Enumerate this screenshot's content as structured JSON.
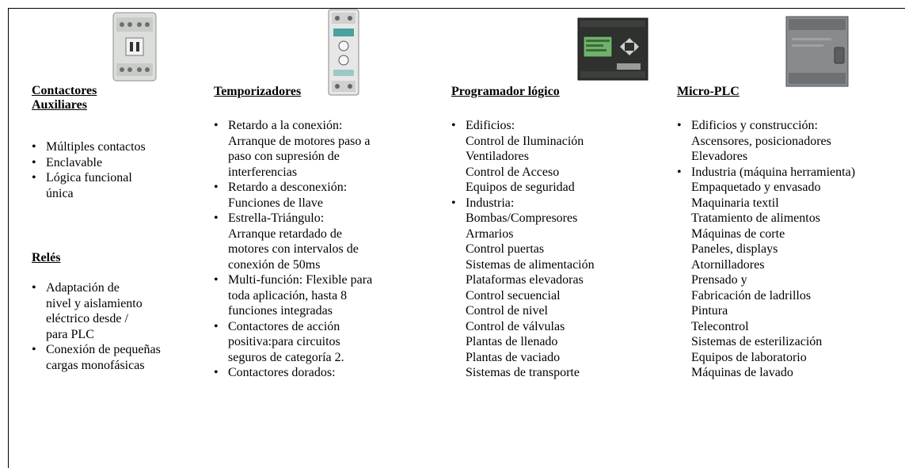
{
  "columns": [
    {
      "heading": "Contactores Auxiliares",
      "heading_line1": "Contactores",
      "heading_line2": "Auxiliares",
      "image_icon": "contactor-icon",
      "items": [
        {
          "type": "bullet",
          "text": "Múltiples contactos"
        },
        {
          "type": "bullet",
          "text": "Enclavable"
        },
        {
          "type": "bullet",
          "text": "Lógica funcional"
        },
        {
          "type": "cont",
          "text": "única"
        }
      ],
      "heading2": "Relés",
      "items2": [
        {
          "type": "bullet",
          "text": "Adaptación de"
        },
        {
          "type": "cont",
          "text": "nivel y aislamiento"
        },
        {
          "type": "cont",
          "text": "eléctrico desde /"
        },
        {
          "type": "cont",
          "text": "para PLC"
        },
        {
          "type": "bullet",
          "text": "Conexión de pequeñas"
        },
        {
          "type": "cont",
          "text": "cargas monofásicas"
        }
      ]
    },
    {
      "heading": "Temporizadores",
      "image_icon": "timer-relay-icon",
      "items": [
        {
          "type": "bullet",
          "text": "Retardo a la conexión:"
        },
        {
          "type": "cont",
          "text": "Arranque de motores paso a"
        },
        {
          "type": "cont",
          "text": "paso  con supresión de"
        },
        {
          "type": "cont",
          "text": "interferencias"
        },
        {
          "type": "bullet",
          "text": "Retardo a desconexión:"
        },
        {
          "type": "cont",
          "text": "Funciones de llave"
        },
        {
          "type": "bullet",
          "text": "Estrella-Triángulo:"
        },
        {
          "type": "cont",
          "text": "Arranque retardado de"
        },
        {
          "type": "cont",
          "text": "motores con intervalos de"
        },
        {
          "type": "cont",
          "text": "conexión de 50ms"
        },
        {
          "type": "bullet",
          "text": "Multi-función: Flexible para"
        },
        {
          "type": "cont",
          "text": "toda aplicación, hasta 8"
        },
        {
          "type": "cont",
          "text": "funciones integradas"
        },
        {
          "type": "bullet",
          "text": "Contactores de acción"
        },
        {
          "type": "cont",
          "text": "positiva:para circuitos"
        },
        {
          "type": "cont",
          "text": "seguros de categoría 2."
        },
        {
          "type": "bullet",
          "text": "Contactores dorados:"
        }
      ]
    },
    {
      "heading": "Programador lógico",
      "image_icon": "logic-module-icon",
      "items": [
        {
          "type": "bullet",
          "text": "Edificios:"
        },
        {
          "type": "cont",
          "text": "Control de Iluminación"
        },
        {
          "type": "cont",
          "text": "Ventiladores"
        },
        {
          "type": "cont",
          "text": "Control de Acceso"
        },
        {
          "type": "cont",
          "text": "Equipos de seguridad"
        },
        {
          "type": "bullet",
          "text": "Industria:"
        },
        {
          "type": "cont",
          "text": "Bombas/Compresores"
        },
        {
          "type": "cont",
          "text": "Armarios"
        },
        {
          "type": "cont",
          "text": "Control puertas"
        },
        {
          "type": "cont",
          "text": "Sistemas de alimentación"
        },
        {
          "type": "cont",
          "text": "Plataformas elevadoras"
        },
        {
          "type": "cont",
          "text": "Control secuencial"
        },
        {
          "type": "cont",
          "text": "Control de nivel"
        },
        {
          "type": "cont",
          "text": "Control de válvulas"
        },
        {
          "type": "cont",
          "text": "Plantas de llenado"
        },
        {
          "type": "cont",
          "text": "Plantas de vaciado"
        },
        {
          "type": "cont",
          "text": "Sistemas de transporte"
        }
      ]
    },
    {
      "heading": "Micro-PLC",
      "image_icon": "micro-plc-icon",
      "items": [
        {
          "type": "bullet",
          "text": "Edificios y construcción:"
        },
        {
          "type": "cont",
          "text": "Ascensores, posicionadores"
        },
        {
          "type": "cont",
          "text": "Elevadores"
        },
        {
          "type": "bullet",
          "text": "Industria (máquina herramienta)"
        },
        {
          "type": "cont",
          "text": "Empaquetado y envasado"
        },
        {
          "type": "cont",
          "text": "Maquinaria textil"
        },
        {
          "type": "cont",
          "text": "Tratamiento de alimentos"
        },
        {
          "type": "cont",
          "text": "Máquinas de corte"
        },
        {
          "type": "cont",
          "text": "Paneles, displays"
        },
        {
          "type": "cont",
          "text": "Atornilladores"
        },
        {
          "type": "cont",
          "text": "Prensado y"
        },
        {
          "type": "cont",
          "text": "Fabricación de ladrillos"
        },
        {
          "type": "cont",
          "text": "Pintura"
        },
        {
          "type": "cont",
          "text": "Telecontrol"
        },
        {
          "type": "cont",
          "text": "Sistemas de esterilización"
        },
        {
          "type": "cont",
          "text": "Equipos de laboratorio"
        },
        {
          "type": "cont",
          "text": "Máquinas de lavado"
        }
      ]
    }
  ]
}
